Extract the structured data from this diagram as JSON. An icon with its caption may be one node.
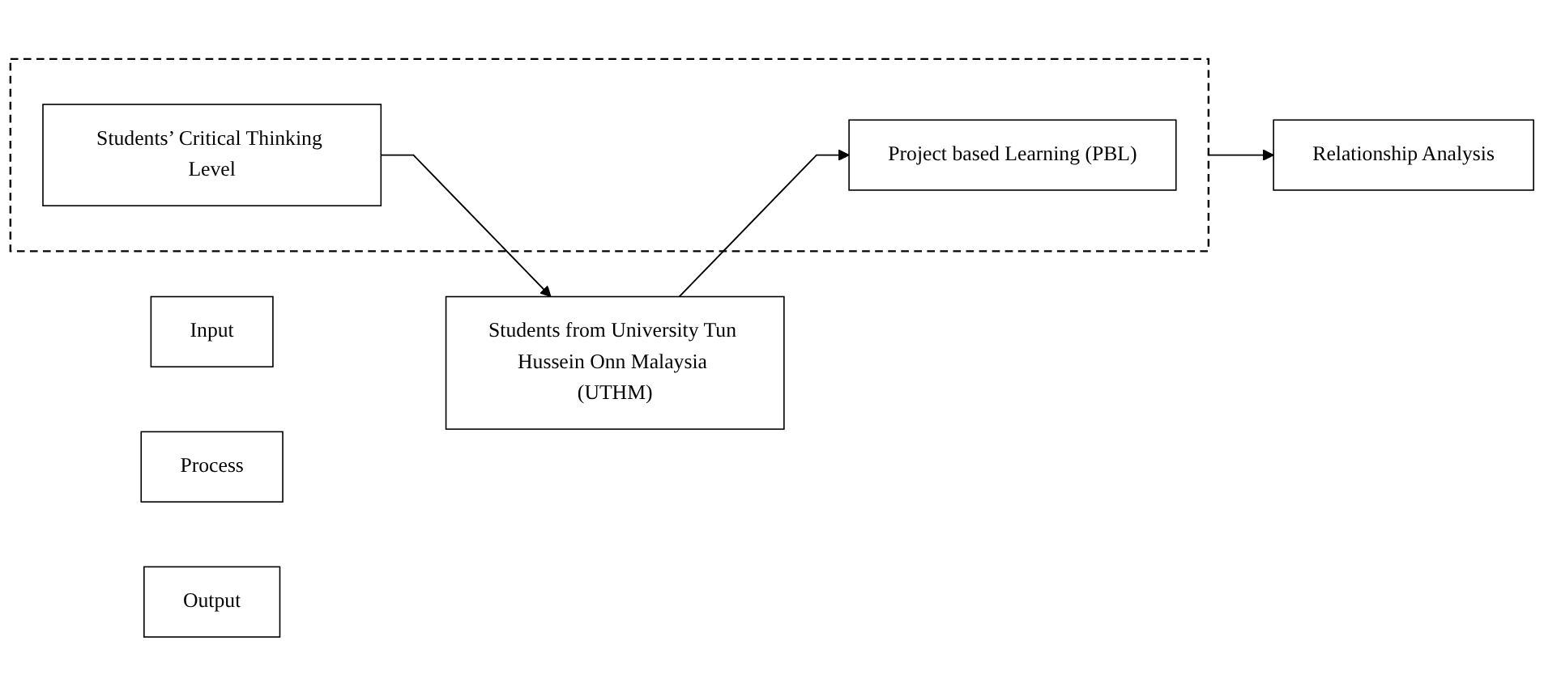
{
  "diagram": {
    "nodes": [
      {
        "text": [
          "Input"
        ]
      },
      {
        "text": [
          "Process"
        ]
      },
      {
        "text": [
          "Output"
        ]
      },
      {
        "text": [],
        "shape": "box"
      },
      {
        "text": [
          "Project based Learning (PBL)"
        ],
        "in": 3
      },
      {
        "text": [
          "Students from University Tun Hussein Onn Malaysia (UTHM)"
        ]
      },
      {
        "text": [
          "Students’ Critical Thinking Level"
        ],
        "in": 3
      },
      {
        "text": [
          "Relationship Analysis"
        ]
      }
    ],
    "edges": [
      {
        "from": 5,
        "to": 4,
        "arrow": "to"
      },
      {
        "from": 6,
        "to": 5,
        "arrow": "to"
      },
      {
        "from": 3,
        "to": 7,
        "arrow": "to"
      }
    ]
  }
}
